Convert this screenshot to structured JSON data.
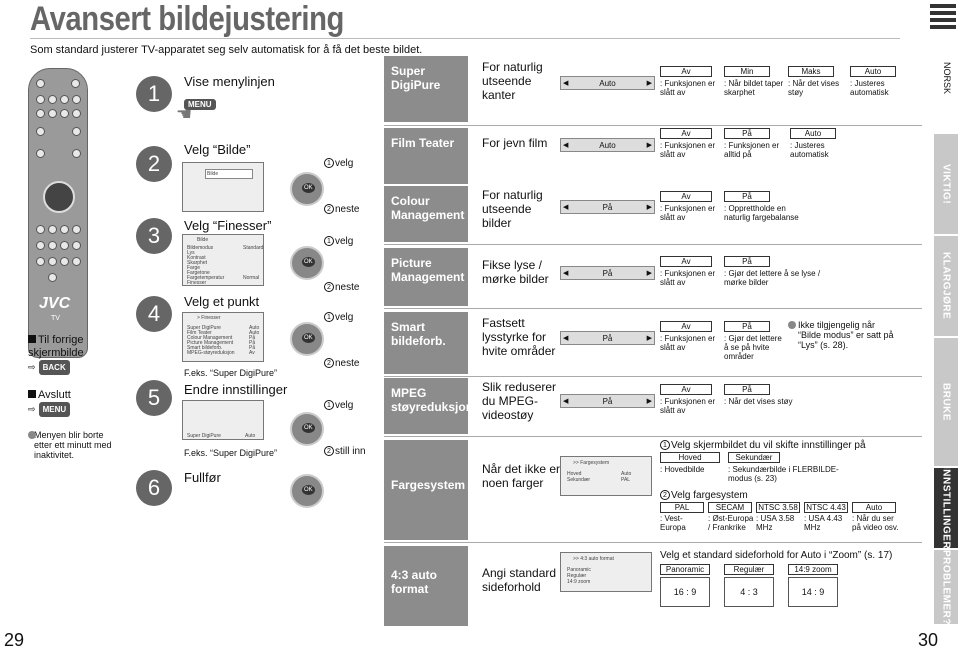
{
  "header": {
    "title": "Avansert bildejustering",
    "subtitle": "Som standard justerer TV-apparatet seg selv automatisk for å få det beste bildet."
  },
  "side_tabs": {
    "norsk": "NORSK",
    "viktig": "VIKTIG!",
    "klargjore": "KLARGJØRE",
    "bruke": "BRUKE",
    "innstillinger": "INNSTILLINGER",
    "problemer": "PROBLEMER?"
  },
  "page_numbers": {
    "left": "29",
    "right": "30"
  },
  "remote": {
    "brand": "JVC",
    "label": "TV"
  },
  "side_notes": {
    "back_prev": "Til forrige skjermbilde",
    "back_key": "BACK",
    "exit": "Avslutt",
    "menu_key": "MENU",
    "timeout": "Menyen blir borte etter ett minutt med inaktivitet."
  },
  "steps": [
    {
      "num": "1",
      "text": "Vise menylinjen",
      "key": "MENU"
    },
    {
      "num": "2",
      "text": "Velg “Bilde”",
      "act1": "velg",
      "act2": "neste",
      "screen_title": "Bilde"
    },
    {
      "num": "3",
      "text": "Velg “Finesser”",
      "act1": "velg",
      "act2": "neste",
      "screen_title": "Bilde"
    },
    {
      "num": "4",
      "text": "Velg et punkt",
      "act1": "velg",
      "act2": "neste",
      "example": "F.eks. “Super DigiPure”",
      "screen_title": "> Finesser"
    },
    {
      "num": "5",
      "text": "Endre innstillinger",
      "act1": "velg",
      "act2": "still inn",
      "example": "F.eks. “Super DigiPure”",
      "screen_title": "Super DigiPure"
    },
    {
      "num": "6",
      "text": "Fullfør"
    }
  ],
  "mini_screens": {
    "bilde_items": [
      "Bildemodus",
      "Lys",
      "Kontrast",
      "Skarphet",
      "Farge",
      "Fargetone",
      "Fargetemperatur",
      "Finesser"
    ],
    "bilde_values": [
      "Standard",
      "",
      "",
      "",
      "",
      "",
      "Normal",
      ""
    ],
    "finesser_items": [
      "Super DigiPure",
      "Film Teater",
      "Colour Management",
      "Picture Management",
      "Smart bildeforb.",
      "MPEG-støyreduksjon"
    ],
    "finesser_values": [
      "Auto",
      "Auto",
      "På",
      "På",
      "På",
      "Av"
    ],
    "superdigi_value": "Auto"
  },
  "features": [
    {
      "category": "Super DigiPure",
      "name": "For naturlig utseende kanter",
      "value": "Auto",
      "options": [
        "Av",
        "Min",
        "Maks",
        "Auto"
      ],
      "descs": [
        ": Funksjonen er slått av",
        ": Når bildet taper skarphet",
        ": Når det vises støy",
        ": Justeres automatisk"
      ]
    },
    {
      "category": "Film Teater",
      "name": "For jevn film",
      "value": "Auto",
      "options": [
        "Av",
        "På",
        "Auto"
      ],
      "descs": [
        ": Funksjonen er slått av",
        ": Funksjonen er alltid på",
        ": Justeres automatisk"
      ]
    },
    {
      "category": "Colour Management",
      "name": "For naturlig utseende bilder",
      "value": "På",
      "options": [
        "Av",
        "På"
      ],
      "descs": [
        ": Funksjonen er slått av",
        ": Opprettholde en naturlig fargebalanse"
      ]
    },
    {
      "category": "Picture Management",
      "name": "Fikse lyse / mørke bilder",
      "value": "På",
      "options": [
        "Av",
        "På"
      ],
      "descs": [
        ": Funksjonen er slått av",
        ": Gjør det lettere å se lyse / mørke bilder"
      ]
    },
    {
      "category": "Smart bildeforb.",
      "name": "Fastsett lysstyrke for hvite områder",
      "value": "På",
      "options": [
        "Av",
        "På"
      ],
      "descs": [
        ": Funksjonen er slått av",
        ": Gjør det lettere å se på hvite områder"
      ],
      "note": "Ikke tilgjengelig når “Bilde modus” er satt på “Lys” (s. 28)."
    },
    {
      "category": "MPEG støyreduksjon",
      "name": "Slik reduserer du MPEG-videostøy",
      "value": "På",
      "options": [
        "Av",
        "På"
      ],
      "descs": [
        ": Funksjonen er slått av",
        ": Når det vises støy"
      ]
    },
    {
      "category": "Fargesystem",
      "name": "Når det ikke er noen farger",
      "screen_title": ">> Fargesystem",
      "screen_rows": [
        [
          "Hoved",
          "Auto"
        ],
        [
          "Sekundær",
          "PAL"
        ]
      ],
      "step1": "Velg skjermbildet du vil skifte innstillinger på",
      "step1_options": [
        "Hoved",
        "Sekundær"
      ],
      "step1_descs": [
        ": Hovedbilde",
        ": Sekundærbilde i FLERBILDE-modus (s. 23)"
      ],
      "step2": "Velg fargesystem",
      "step2_options": [
        "PAL",
        "SECAM",
        "NTSC 3.58",
        "NTSC 4.43",
        "Auto"
      ],
      "step2_descs": [
        ": Vest-Europa",
        ": Øst-Europa / Frankrike",
        ": USA 3.58 MHz",
        ": USA 4.43 MHz",
        ": Når du ser på video osv."
      ]
    },
    {
      "category": "4:3 auto format",
      "name": "Angi standard sideforhold",
      "screen_title": ">> 4:3 auto format",
      "screen_rows": [
        "Panoramic",
        "Regulær",
        "14:9 zoom"
      ],
      "instruction": "Velg et standard sideforhold for Auto i “Zoom” (s. 17)",
      "options": [
        "Panoramic",
        "Regulær",
        "14:9 zoom"
      ],
      "ratios": [
        "16 : 9",
        "4 : 3",
        "14 : 9"
      ]
    }
  ]
}
